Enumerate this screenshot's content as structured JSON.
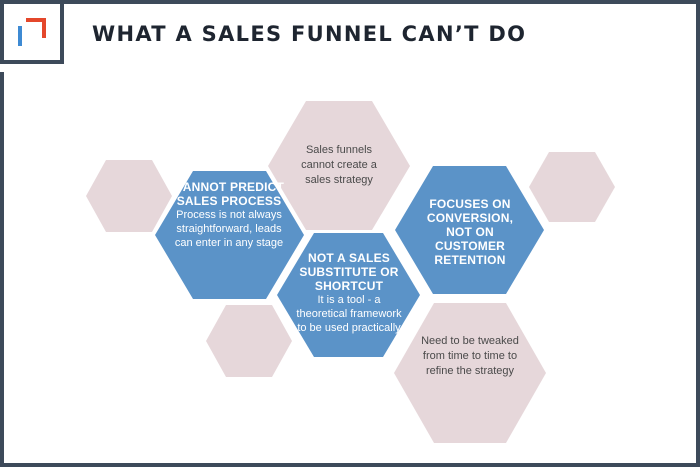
{
  "title": "WHAT A SALES FUNNEL CAN’T DO",
  "colors": {
    "blue": "#5b93c8",
    "pink": "#e6d7da",
    "frame": "#3d4a5a",
    "logo_orange": "#e4472b",
    "logo_blue": "#3e8ad3"
  },
  "hexagons": {
    "predict": {
      "heading": "CANNOT PREDICT SALES PROCESS",
      "text": "Process is not always straightforward, leads can enter in any stage"
    },
    "strategy": {
      "text": "Sales funnels cannot create a sales strategy"
    },
    "substitute": {
      "heading": "NOT A SALES SUBSTITUTE OR SHORTCUT",
      "text": "It is a tool - a theoretical framework to be used practically"
    },
    "conversion": {
      "heading": "FOCUSES ON CONVERSION, NOT ON CUSTOMER RETENTION"
    },
    "tweak": {
      "text": "Need to be tweaked from time to time to refine the strategy"
    }
  }
}
